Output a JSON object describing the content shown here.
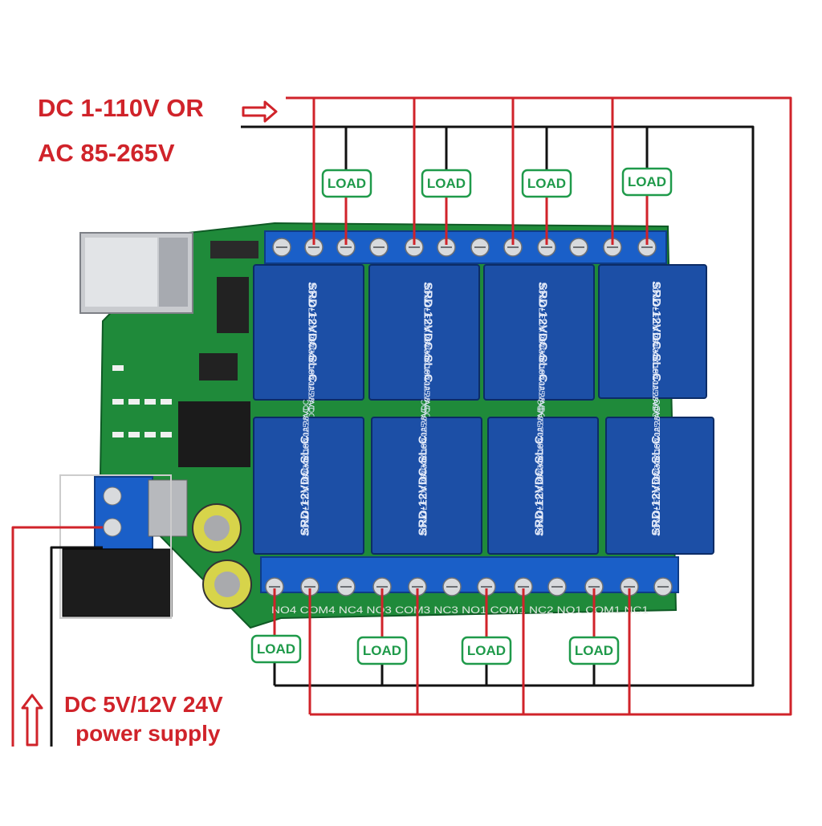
{
  "labels": {
    "line_source_1": "DC 1-110V OR",
    "line_source_2": "AC 85-265V",
    "power_supply_1": "DC 5V/12V 24V",
    "power_supply_2": "power supply"
  },
  "load_label": "LOAD",
  "relay": {
    "brand": "SONGLE",
    "model": "SRD-12VDC-SL-C",
    "rating_1": "10A 250VAC 10A 125VAC",
    "rating_2": "10A 30VDC 10A 28VDC"
  },
  "terminal_labels": "NO4 COM4 NC4 NO3 COM3 NC3 NO1 COM1 NC2 NO1 COM1 NC1",
  "colors": {
    "live_wire": "#d0232a",
    "neutral_wire": "#111111",
    "pcb": "#1f8a3a",
    "relay": "#1c4fa6",
    "terminal": "#1a5fc8",
    "load_border": "#1f9a4a",
    "text_red": "#d0232a"
  }
}
